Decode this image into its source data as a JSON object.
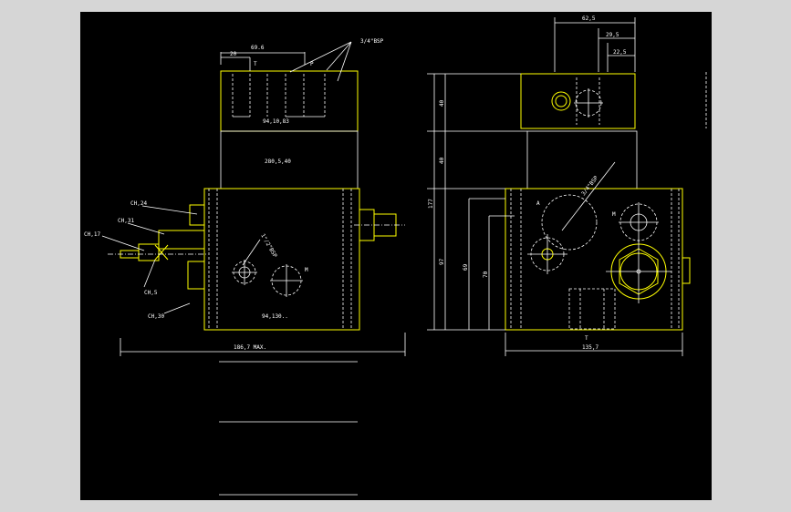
{
  "front_view": {
    "dim_top": "69.6",
    "dim_20": "20",
    "label_t": "T",
    "label_p": "P",
    "thread_note": "3/4\"BSP",
    "label_upper": "94,10,83",
    "label_middle": "280,5,40",
    "label_bottom": "94,130..",
    "label_pipe": "1\"/2\"BSP",
    "label_m": "M",
    "callout_ch24": "CH,24",
    "callout_ch31": "CH,31",
    "callout_ch17": "CH,17",
    "callout_ch5": "CH,5",
    "callout_ch30": "CH,30",
    "overall_width": "186,7 MAX."
  },
  "side_view": {
    "dim_top": "62,5",
    "dim_295": "29,5",
    "dim_225": "22,5",
    "dim_40a": "40",
    "dim_40b": "40",
    "dim_97": "97",
    "dim_177": "177",
    "dim_69": "69",
    "dim_70": "70",
    "label_pipe": "3/4\"BSP",
    "label_a": "A",
    "label_m": "M",
    "label_t": "T",
    "overall_width": "135,7"
  },
  "colors": {
    "background": "#000000",
    "frame": "#d6d6d6",
    "outline": "#ffff00",
    "annotation": "#ffffff"
  }
}
